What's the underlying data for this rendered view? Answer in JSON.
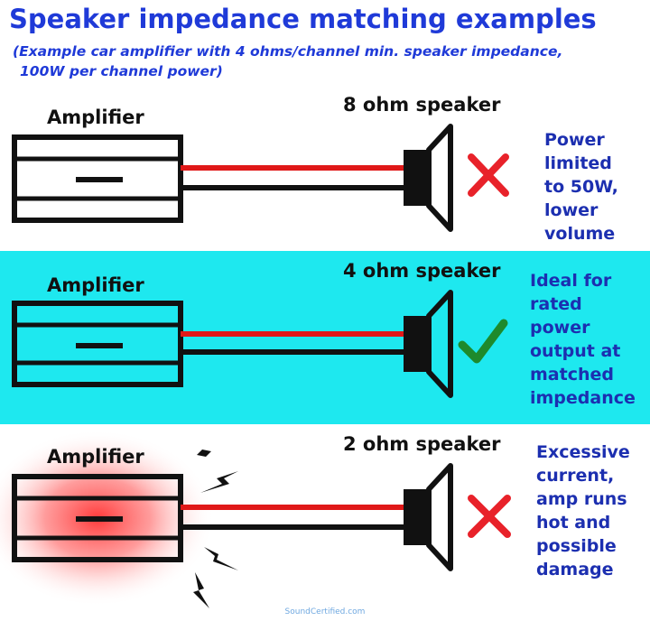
{
  "title": "Speaker impedance matching examples",
  "subtitle_lines": [
    "(Example car amplifier with 4 ohms/channel min. speaker impedance,",
    "100W per channel power)"
  ],
  "colors": {
    "title": "#1f3ad8",
    "note_text": "#1c2fb0",
    "highlight_background": "#1ee8ef",
    "positive_wire": "#e01818",
    "negative_wire": "#111111",
    "cross_mark": "#e8222a",
    "check_mark": "#1e8a2c",
    "heat_glow": "#ff3030"
  },
  "examples": [
    {
      "amp_label": "Amplifier",
      "speaker_label": "8 ohm speaker",
      "result_icon": "cross-icon",
      "note_lines": [
        "Power",
        "limited",
        "to 50W,",
        "lower",
        "volume"
      ]
    },
    {
      "amp_label": "Amplifier",
      "speaker_label": "4 ohm speaker",
      "result_icon": "check-icon",
      "note_lines": [
        "Ideal for",
        "rated",
        "power",
        "output at",
        "matched",
        "impedance"
      ]
    },
    {
      "amp_label": "Amplifier",
      "speaker_label": "2 ohm speaker",
      "result_icon": "cross-icon",
      "note_lines": [
        "Excessive",
        "current,",
        "amp runs",
        "hot and",
        "possible",
        "damage"
      ]
    }
  ],
  "footer": "SoundCertified.com"
}
